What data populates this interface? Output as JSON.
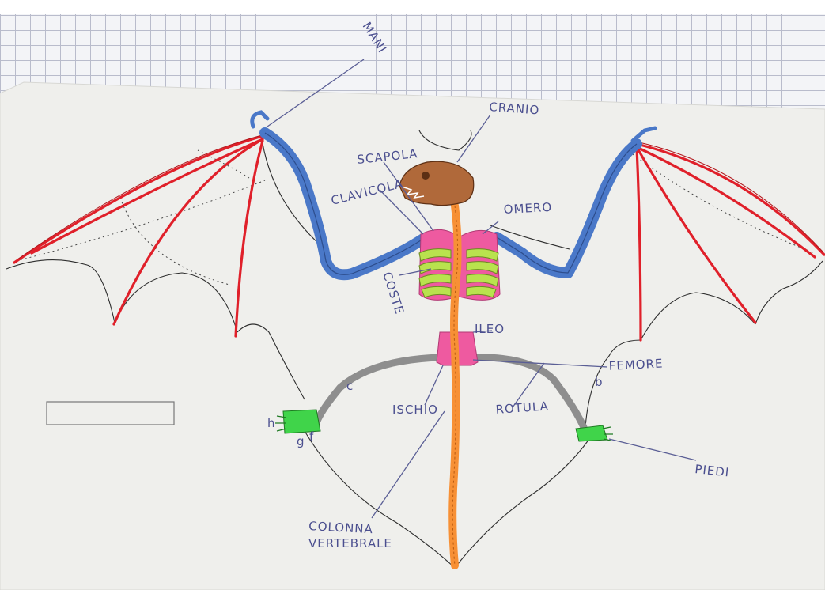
{
  "labels": {
    "mani": "MANI",
    "cranio": "CRANIO",
    "scapola": "SCAPOLA",
    "clavicola": "CLAVICOLA",
    "omero": "OMERO",
    "coste": "COSTE",
    "ileo": "ILEO",
    "femore": "FEMORE",
    "ischio": "ISCHIO",
    "rotula": "ROTULA",
    "piedi": "PIEDI",
    "colonna_line1": "COLONNA",
    "colonna_line2": "VERTEBRALE"
  },
  "letters": {
    "b": "b",
    "c": "c",
    "h": "h",
    "g": "g",
    "f": "f"
  },
  "colors": {
    "wing_fingers": "#e0202a",
    "humerus": "#4a78c8",
    "skull": "#b0693a",
    "spine": "#f79035",
    "chest": "#ee5aa0",
    "ribs": "#b9e24e",
    "pelvis": "#ee5aa0",
    "legs": "#8e8e8e",
    "feet": "#40d44a",
    "label_ink": "#4b4f8f"
  },
  "icons": [
    "bat-skeleton-drawing"
  ]
}
